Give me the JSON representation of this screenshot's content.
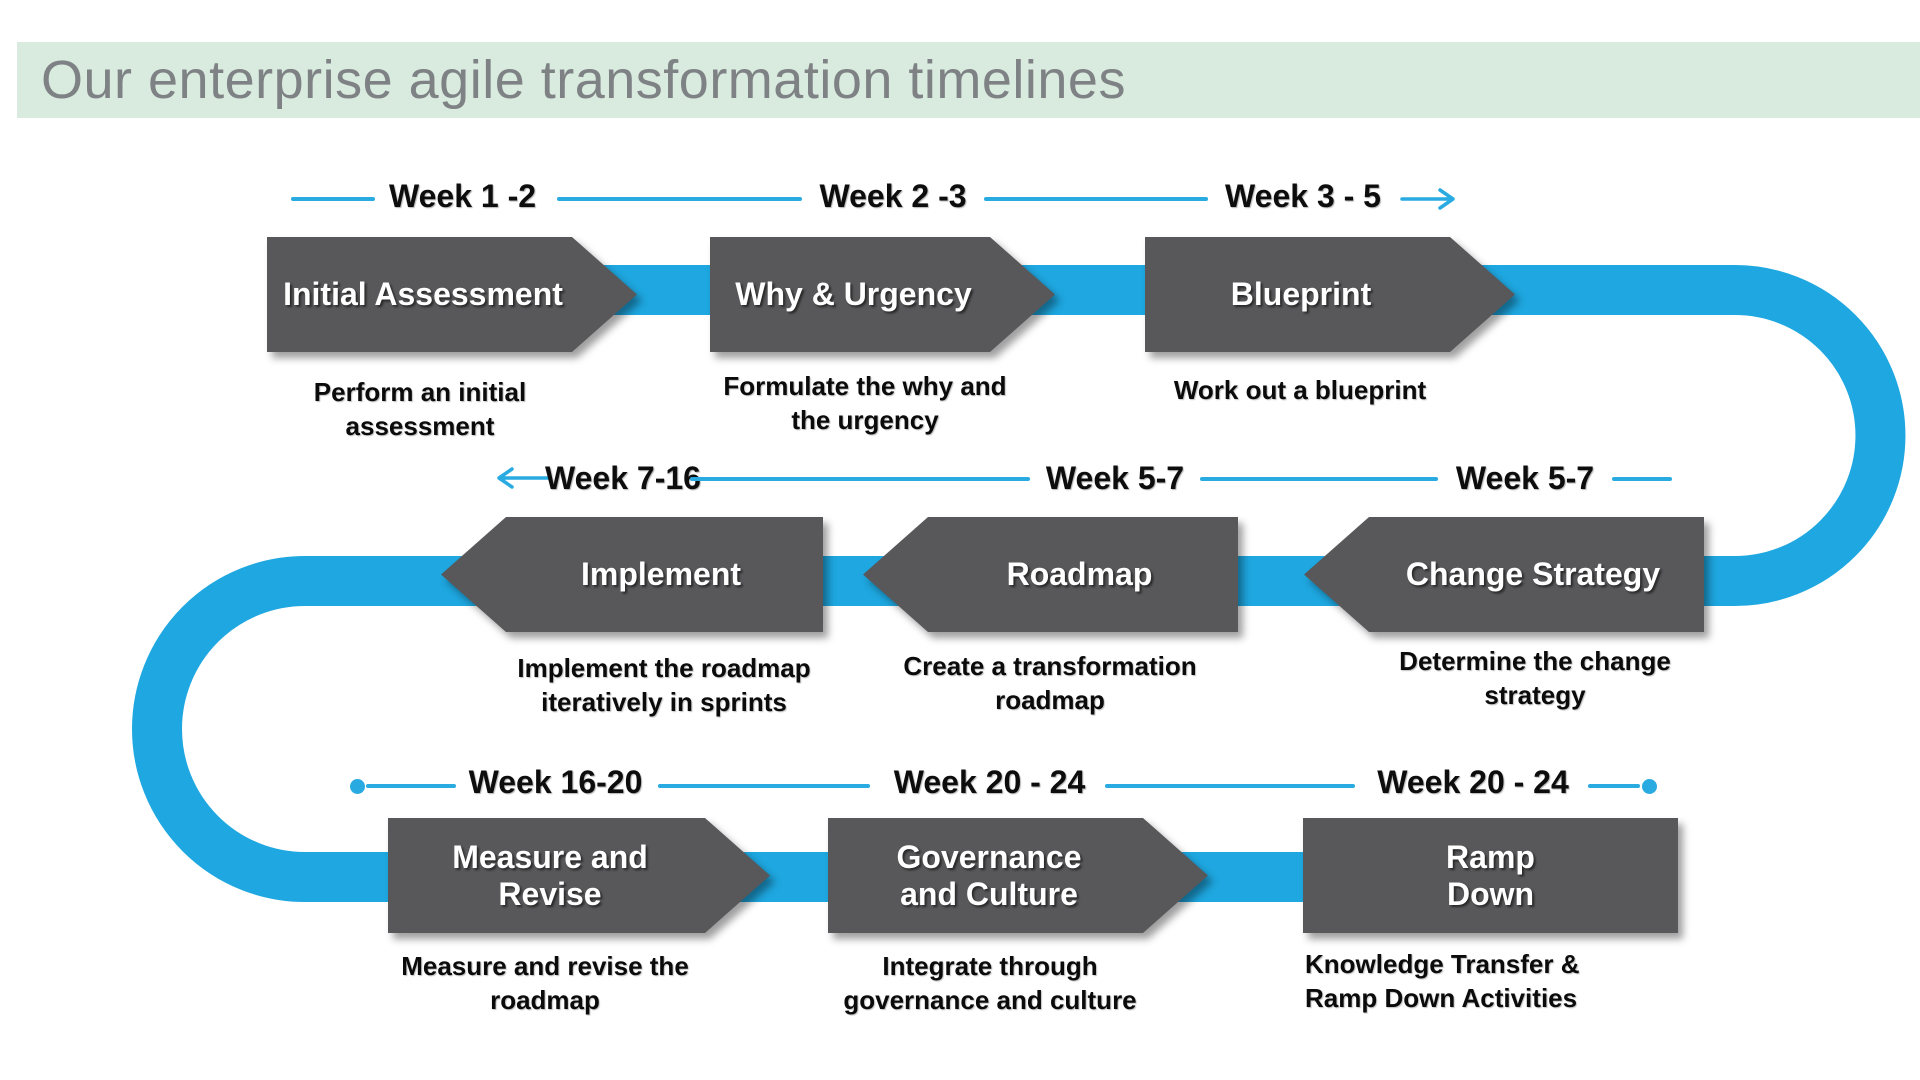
{
  "title": "Our enterprise agile transformation timelines",
  "colors": {
    "banner_green": "#d9eadf",
    "title_gray": "#7e8284",
    "box_gray": "#58585a",
    "snake_blue": "#1ea7e0",
    "connector_blue": "#29abe2",
    "box_text": "#ffffff",
    "body_text": "#0b0b0b"
  },
  "timeline": {
    "rows": [
      {
        "labels": [
          "Week 1 -2",
          "Week 2 -3",
          "Week 3 - 5"
        ],
        "end_icon": "arrow-right"
      },
      {
        "labels": [
          "Week 7-16",
          "Week 5-7",
          "Week 5-7"
        ],
        "start_icon": "arrow-left"
      },
      {
        "labels": [
          "Week 16-20",
          "Week 20 - 24",
          "Week 20 - 24"
        ],
        "start_icon": "dot",
        "end_icon": "dot"
      }
    ]
  },
  "stages": [
    {
      "name": "Initial Assessment",
      "description": "Perform an initial\nassessment"
    },
    {
      "name": "Why & Urgency",
      "description": "Formulate the why and\nthe urgency"
    },
    {
      "name": "Blueprint",
      "description": "Work out a blueprint"
    },
    {
      "name": "Change Strategy",
      "description": "Determine the change\nstrategy"
    },
    {
      "name": "Roadmap",
      "description": "Create a transformation\nroadmap"
    },
    {
      "name": "Implement",
      "description": "Implement the roadmap\niteratively in sprints"
    },
    {
      "name": "Measure and\nRevise",
      "description": "Measure and revise the\nroadmap"
    },
    {
      "name": "Governance\nand Culture",
      "description": "Integrate through\ngovernance and culture"
    },
    {
      "name": "Ramp\nDown",
      "description": "Knowledge Transfer &\nRamp Down Activities"
    }
  ]
}
